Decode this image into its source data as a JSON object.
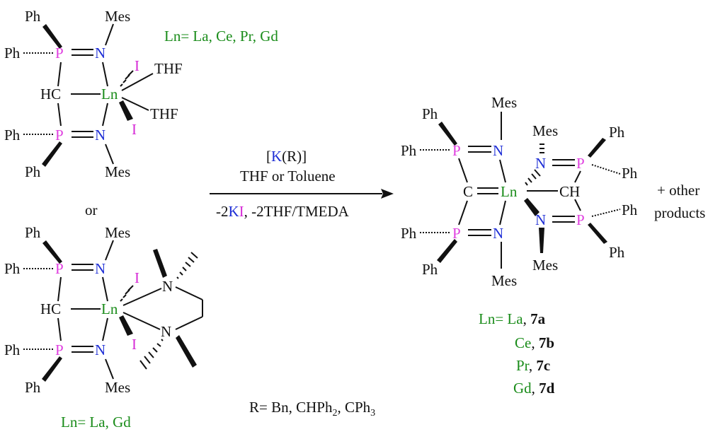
{
  "reagent": {
    "line1_open": "[",
    "line1_K": "K",
    "line1_close": "(R)]",
    "line2": "THF or Toluene",
    "line3_a": "-2",
    "line3_K": "K",
    "line3_I": "I",
    "line3_b": ", -2THF/TMEDA"
  },
  "or_label": "or",
  "groups": {
    "ph": "Ph",
    "mes": "Mes",
    "thf": "THF",
    "hc": "HC",
    "ch": "CH",
    "c": "C",
    "P": "P",
    "N": "N",
    "Ln": "Ln",
    "I": "I"
  },
  "top_ln": "Ln= La, Ce, Pr, Gd",
  "bottom_ln": "Ln= La, Gd",
  "other_products": {
    "line1": "+ other",
    "line2": "products"
  },
  "product_ln": {
    "prefix": "Ln= ",
    "items": [
      {
        "metal": "La",
        "label": "7a"
      },
      {
        "metal": "Ce",
        "label": "7b"
      },
      {
        "metal": "Pr",
        "label": "7c"
      },
      {
        "metal": "Gd",
        "label": "7d"
      }
    ]
  },
  "r_def": {
    "prefix": "R= Bn, CHPh",
    "sub1": "2",
    "mid": ", CPh",
    "sub2": "3"
  }
}
